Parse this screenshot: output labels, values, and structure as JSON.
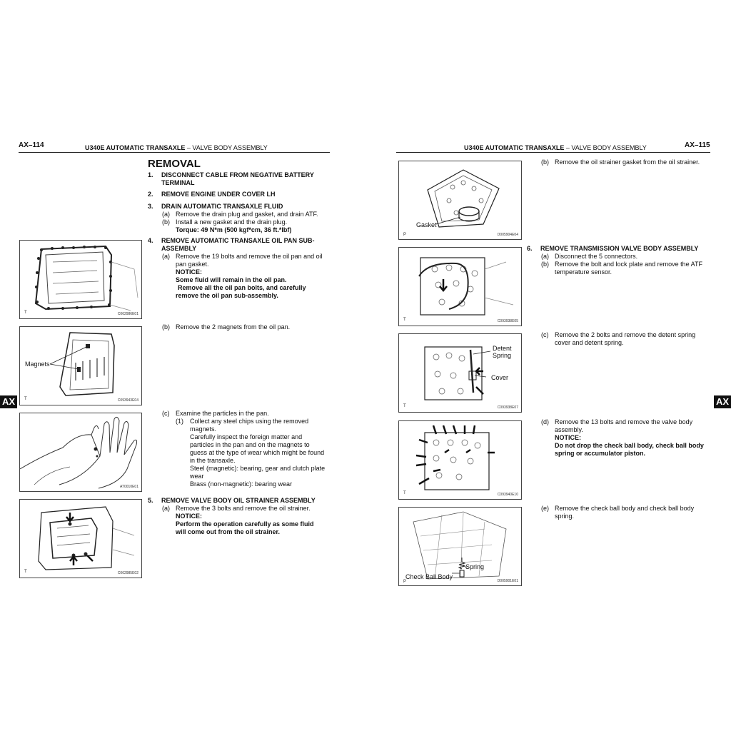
{
  "left_page": {
    "page_number": "AX–114",
    "header_title": "U340E AUTOMATIC TRANSAXLE",
    "header_dash": "–",
    "header_section": "VALVE BODY ASSEMBLY",
    "side_tab": "AX",
    "heading": "REMOVAL",
    "steps": [
      {
        "num": "1.",
        "title": "DISCONNECT CABLE FROM NEGATIVE BATTERY",
        "title2": "TERMINAL"
      },
      {
        "num": "2.",
        "title": "REMOVE ENGINE UNDER COVER LH"
      },
      {
        "num": "3.",
        "title": "DRAIN AUTOMATIC TRANSAXLE FLUID",
        "subs": [
          {
            "label": "(a)",
            "text": "Remove the drain plug and gasket, and drain ATF."
          },
          {
            "label": "(b)",
            "text": "Install a new gasket and the drain plug.",
            "torque": "Torque: 49 N*m (500 kgf*cm, 36 ft.*lbf)"
          }
        ]
      },
      {
        "num": "4.",
        "title": "REMOVE AUTOMATIC TRANSAXLE OIL PAN SUB-",
        "title2": "ASSEMBLY",
        "subs": [
          {
            "label": "(a)",
            "text": "Remove the 19 bolts and remove the oil pan and oil",
            "text2": "pan gasket.",
            "notice": "NOTICE:",
            "notice_lines": [
              "Some fluid will remain in the oil pan.",
              "Remove all the oil pan bolts, and carefully",
              "remove the oil pan sub-assembly."
            ]
          },
          {
            "label": "(b)",
            "text": "Remove the 2 magnets from the oil pan."
          },
          {
            "label": "(c)",
            "text": "Examine the particles in the pan.",
            "item_label": "(1)",
            "item_lines": [
              "Collect any steel chips using the removed",
              "magnets.",
              "Carefully inspect the foreign matter and",
              "particles in the pan and on the magnets to",
              "guess at the type of wear which might be found",
              "in the transaxle.",
              "Steel (magnetic): bearing, gear and clutch plate",
              "wear",
              "Brass (non-magnetic): bearing wear"
            ]
          }
        ]
      },
      {
        "num": "5.",
        "title": "REMOVE VALVE BODY OIL STRAINER ASSEMBLY",
        "subs": [
          {
            "label": "(a)",
            "text": "Remove the 3 bolts and remove the oil strainer.",
            "notice": "NOTICE:",
            "notice_lines": [
              "Perform the operation carefully as some fluid",
              "will come out from the oil strainer."
            ]
          }
        ]
      }
    ],
    "figures": [
      {
        "code": "C062986E01",
        "mark": "T"
      },
      {
        "code": "C093943E04",
        "mark": "T",
        "label": "Magnets"
      },
      {
        "code": "AT0010E01",
        "mark": ""
      },
      {
        "code": "C062985E02",
        "mark": "T"
      }
    ]
  },
  "right_page": {
    "page_number": "AX–115",
    "header_title": "U340E AUTOMATIC TRANSAXLE",
    "header_dash": "–",
    "header_section": "VALVE BODY ASSEMBLY",
    "side_tab": "AX",
    "strainer_b": {
      "label": "(b)",
      "text": "Remove the oil strainer gasket from the oil strainer."
    },
    "step6": {
      "num": "6.",
      "title": "REMOVE TRANSMISSION VALVE BODY ASSEMBLY",
      "subs": [
        {
          "label": "(a)",
          "text": "Disconnect the 5 connectors."
        },
        {
          "label": "(b)",
          "text": "Remove the bolt and lock plate and remove the ATF",
          "text2": "temperature sensor."
        },
        {
          "label": "(c)",
          "text": "Remove the 2 bolts and remove the detent spring",
          "text2": "cover and detent spring."
        },
        {
          "label": "(d)",
          "text": "Remove the 13 bolts and remove the valve body",
          "text2": "assembly.",
          "notice": "NOTICE:",
          "notice_lines": [
            "Do not drop the check ball body, check ball body",
            "spring or accumulator piston."
          ]
        },
        {
          "label": "(e)",
          "text": "Remove the check ball body and check ball body",
          "text2": "spring."
        }
      ]
    },
    "figures": [
      {
        "code": "D005904E04",
        "mark": "P",
        "label": "Gasket"
      },
      {
        "code": "C093938E05",
        "mark": "T"
      },
      {
        "code": "C093938E07",
        "mark": "T",
        "label1": "Detent",
        "label2": "Spring",
        "label3": "Cover"
      },
      {
        "code": "C093940E10",
        "mark": "T"
      },
      {
        "code": "D005901E01",
        "mark": "P",
        "label1": "Spring",
        "label2": "Check Ball Body"
      }
    ]
  }
}
